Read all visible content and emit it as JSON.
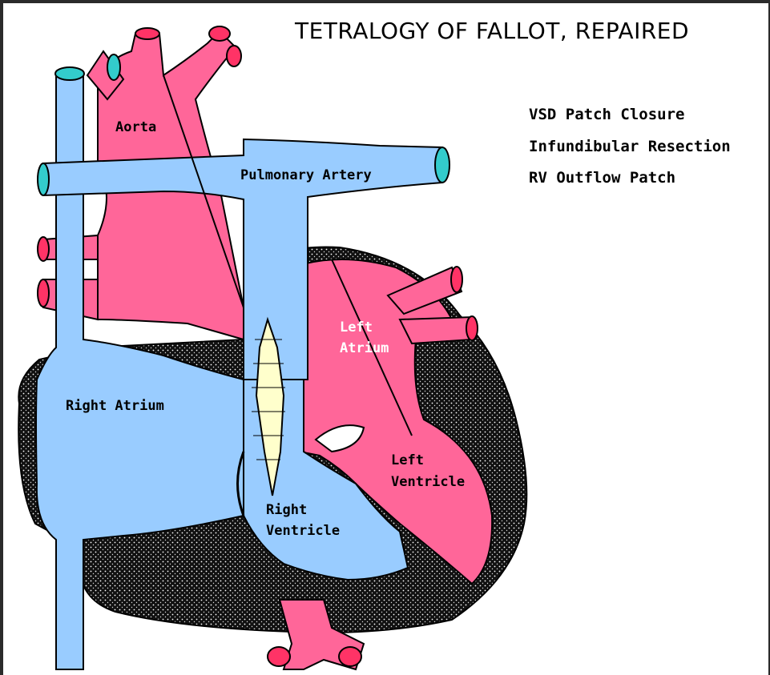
{
  "title": "TETRALOGY OF FALLOT, REPAIRED",
  "procedures": [
    "VSD Patch Closure",
    "Infundibular Resection",
    "RV Outflow Patch"
  ],
  "labels": {
    "aorta": "Aorta",
    "pulmonary_artery": "Pulmonary Artery",
    "left_atrium": [
      "Left",
      "Atrium"
    ],
    "right_atrium": "Right Atrium",
    "left_ventricle": [
      "Left",
      "Ventricle"
    ],
    "right_ventricle": [
      "Right",
      "Ventricle"
    ]
  },
  "colors": {
    "blue_deoxygenated": "#99ccff",
    "red_oxygenated": "#ff6699",
    "myocardium": "#1a1a1a",
    "patch": "#ffffcc",
    "vessel_cap_teal": "#33cccc",
    "vessel_cap_red": "#ff3366"
  }
}
